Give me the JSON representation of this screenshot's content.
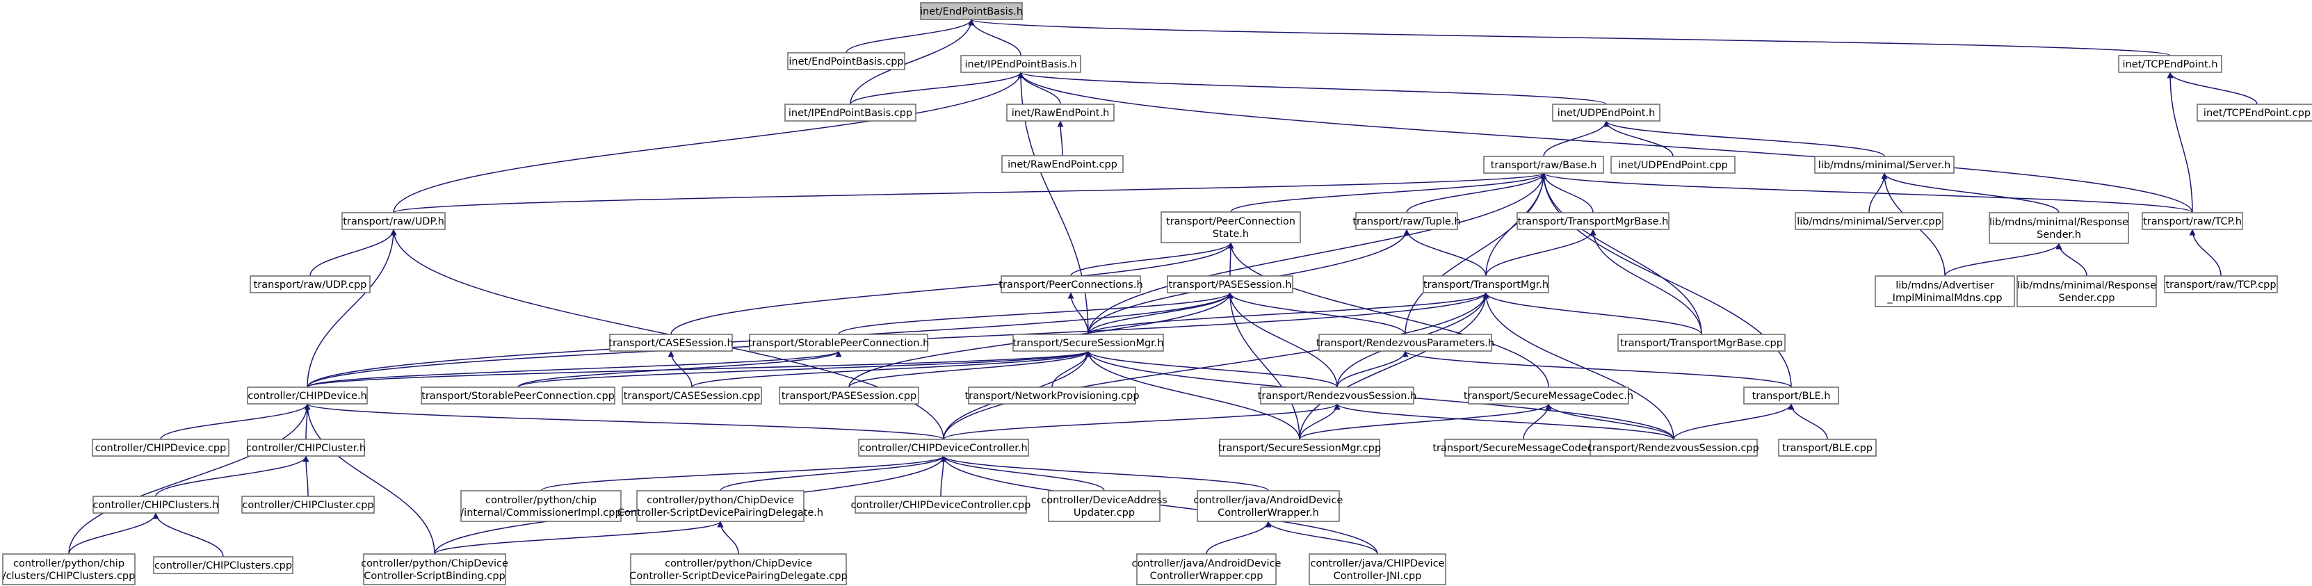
{
  "title": "inet/EndPointBasis.h include dependency graph",
  "colors": {
    "edge": "#191970",
    "root_fill": "#c0c0c0",
    "node_border": "#666666"
  },
  "nodes": [
    {
      "id": "EndPointBasis_h",
      "lines": [
        "inet/EndPointBasis.h"
      ],
      "root": true
    },
    {
      "id": "EndPointBasis_cpp",
      "lines": [
        "inet/EndPointBasis.cpp"
      ]
    },
    {
      "id": "IPEndPointBasis_h",
      "lines": [
        "inet/IPEndPointBasis.h"
      ]
    },
    {
      "id": "TCPEndPoint_h",
      "lines": [
        "inet/TCPEndPoint.h"
      ]
    },
    {
      "id": "IPEndPointBasis_cpp",
      "lines": [
        "inet/IPEndPointBasis.cpp"
      ]
    },
    {
      "id": "RawEndPoint_h",
      "lines": [
        "inet/RawEndPoint.h"
      ]
    },
    {
      "id": "UDPEndPoint_h",
      "lines": [
        "inet/UDPEndPoint.h"
      ]
    },
    {
      "id": "TCPEndPoint_cpp",
      "lines": [
        "inet/TCPEndPoint.cpp"
      ]
    },
    {
      "id": "RawEndPoint_cpp",
      "lines": [
        "inet/RawEndPoint.cpp"
      ]
    },
    {
      "id": "Base_h",
      "lines": [
        "transport/raw/Base.h"
      ]
    },
    {
      "id": "UDPEndPoint_cpp",
      "lines": [
        "inet/UDPEndPoint.cpp"
      ]
    },
    {
      "id": "Server_h",
      "lines": [
        "lib/mdns/minimal/Server.h"
      ]
    },
    {
      "id": "UDP_h",
      "lines": [
        "transport/raw/UDP.h"
      ]
    },
    {
      "id": "PeerConnState_h",
      "lines": [
        "transport/PeerConnection",
        "State.h"
      ]
    },
    {
      "id": "Tuple_h",
      "lines": [
        "transport/raw/Tuple.h"
      ]
    },
    {
      "id": "TransportMgrBase_h",
      "lines": [
        "transport/TransportMgrBase.h"
      ]
    },
    {
      "id": "Server_cpp",
      "lines": [
        "lib/mdns/minimal/Server.cpp"
      ]
    },
    {
      "id": "ResponseSender_h",
      "lines": [
        "lib/mdns/minimal/Response",
        "Sender.h"
      ]
    },
    {
      "id": "TCP_h",
      "lines": [
        "transport/raw/TCP.h"
      ]
    },
    {
      "id": "UDP_cpp",
      "lines": [
        "transport/raw/UDP.cpp"
      ]
    },
    {
      "id": "PeerConnections_h",
      "lines": [
        "transport/PeerConnections.h"
      ]
    },
    {
      "id": "TransportMgr_h",
      "lines": [
        "transport/TransportMgr.h"
      ]
    },
    {
      "id": "PASESession_h",
      "lines": [
        "transport/PASESession.h"
      ]
    },
    {
      "id": "AdvertiserMdns_cpp",
      "lines": [
        "lib/mdns/Advertiser",
        "_ImplMinimalMdns.cpp"
      ]
    },
    {
      "id": "ResponseSender_cpp",
      "lines": [
        "lib/mdns/minimal/Response",
        "Sender.cpp"
      ]
    },
    {
      "id": "TCP_cpp",
      "lines": [
        "transport/raw/TCP.cpp"
      ]
    },
    {
      "id": "CASESession_h",
      "lines": [
        "transport/CASESession.h"
      ]
    },
    {
      "id": "StorablePeerConn_h",
      "lines": [
        "transport/StorablePeerConnection.h"
      ]
    },
    {
      "id": "SecureSessionMgr_h",
      "lines": [
        "transport/SecureSessionMgr.h"
      ]
    },
    {
      "id": "RendezvousParams_h",
      "lines": [
        "transport/RendezvousParameters.h"
      ]
    },
    {
      "id": "TransportMgrBase_cpp",
      "lines": [
        "transport/TransportMgrBase.cpp"
      ]
    },
    {
      "id": "CHIPDevice_h",
      "lines": [
        "controller/CHIPDevice.h"
      ]
    },
    {
      "id": "StorablePeerConn_cpp",
      "lines": [
        "transport/StorablePeerConnection.cpp"
      ]
    },
    {
      "id": "CASESession_cpp",
      "lines": [
        "transport/CASESession.cpp"
      ]
    },
    {
      "id": "PASESession_cpp",
      "lines": [
        "transport/PASESession.cpp"
      ]
    },
    {
      "id": "NetworkProv_cpp",
      "lines": [
        "transport/NetworkProvisioning.cpp"
      ]
    },
    {
      "id": "RendezvousSession_h",
      "lines": [
        "transport/RendezvousSession.h"
      ]
    },
    {
      "id": "SecureMsgCodec_h",
      "lines": [
        "transport/SecureMessageCodec.h"
      ]
    },
    {
      "id": "BLE_h",
      "lines": [
        "transport/BLE.h"
      ]
    },
    {
      "id": "CHIPDevice_cpp",
      "lines": [
        "controller/CHIPDevice.cpp"
      ]
    },
    {
      "id": "CHIPCluster_h",
      "lines": [
        "controller/CHIPCluster.h"
      ]
    },
    {
      "id": "CHIPDeviceController_h",
      "lines": [
        "controller/CHIPDeviceController.h"
      ]
    },
    {
      "id": "SecureSessionMgr_cpp",
      "lines": [
        "transport/SecureSessionMgr.cpp"
      ]
    },
    {
      "id": "SecureMsgCodec_cpp",
      "lines": [
        "transport/SecureMessageCodec.cpp"
      ]
    },
    {
      "id": "RendezvousSession_cpp",
      "lines": [
        "transport/RendezvousSession.cpp"
      ]
    },
    {
      "id": "BLE_cpp",
      "lines": [
        "transport/BLE.cpp"
      ]
    },
    {
      "id": "CHIPClusters_h",
      "lines": [
        "controller/CHIPClusters.h"
      ]
    },
    {
      "id": "CHIPCluster_cpp",
      "lines": [
        "controller/CHIPCluster.cpp"
      ]
    },
    {
      "id": "CommissionerImpl_cpp",
      "lines": [
        "controller/python/chip",
        "/internal/CommissionerImpl.cpp"
      ]
    },
    {
      "id": "ScriptPairingDelegate_h",
      "lines": [
        "controller/python/ChipDevice",
        "Controller-ScriptDevicePairingDelegate.h"
      ]
    },
    {
      "id": "CHIPDeviceController_cpp",
      "lines": [
        "controller/CHIPDeviceController.cpp"
      ]
    },
    {
      "id": "DeviceAddrUpdater_cpp",
      "lines": [
        "controller/DeviceAddress",
        "Updater.cpp"
      ]
    },
    {
      "id": "AndroidWrapper_h",
      "lines": [
        "controller/java/AndroidDevice",
        "ControllerWrapper.h"
      ]
    },
    {
      "id": "CHIPClustersPy_cpp",
      "lines": [
        "controller/python/chip",
        "/clusters/CHIPClusters.cpp"
      ]
    },
    {
      "id": "CHIPClusters_cpp",
      "lines": [
        "controller/CHIPClusters.cpp"
      ]
    },
    {
      "id": "ScriptBinding_cpp",
      "lines": [
        "controller/python/ChipDevice",
        "Controller-ScriptBinding.cpp"
      ]
    },
    {
      "id": "ScriptPairingDelegate_cpp",
      "lines": [
        "controller/python/ChipDevice",
        "Controller-ScriptDevicePairingDelegate.cpp"
      ]
    },
    {
      "id": "AndroidWrapper_cpp",
      "lines": [
        "controller/java/AndroidDevice",
        "ControllerWrapper.cpp"
      ]
    },
    {
      "id": "CHIPDeviceJNI_cpp",
      "lines": [
        "controller/java/CHIPDevice",
        "Controller-JNI.cpp"
      ]
    }
  ],
  "edges": [
    [
      "EndPointBasis_cpp",
      "EndPointBasis_h"
    ],
    [
      "IPEndPointBasis_h",
      "EndPointBasis_h"
    ],
    [
      "IPEndPointBasis_cpp",
      "EndPointBasis_h"
    ],
    [
      "TCPEndPoint_h",
      "EndPointBasis_h"
    ],
    [
      "IPEndPointBasis_cpp",
      "IPEndPointBasis_h"
    ],
    [
      "RawEndPoint_h",
      "IPEndPointBasis_h"
    ],
    [
      "UDPEndPoint_h",
      "IPEndPointBasis_h"
    ],
    [
      "UDP_h",
      "IPEndPointBasis_h"
    ],
    [
      "SecureSessionMgr_h",
      "IPEndPointBasis_h"
    ],
    [
      "TCP_h",
      "IPEndPointBasis_h"
    ],
    [
      "RawEndPoint_cpp",
      "RawEndPoint_h"
    ],
    [
      "TCPEndPoint_cpp",
      "TCPEndPoint_h"
    ],
    [
      "TCP_h",
      "TCPEndPoint_h"
    ],
    [
      "Base_h",
      "UDPEndPoint_h"
    ],
    [
      "UDPEndPoint_cpp",
      "UDPEndPoint_h"
    ],
    [
      "Server_h",
      "UDPEndPoint_h"
    ],
    [
      "UDP_h",
      "Base_h"
    ],
    [
      "PeerConnState_h",
      "Base_h"
    ],
    [
      "Tuple_h",
      "Base_h"
    ],
    [
      "TransportMgrBase_h",
      "Base_h"
    ],
    [
      "TransportMgr_h",
      "Base_h"
    ],
    [
      "TCP_h",
      "Base_h"
    ],
    [
      "SecureSessionMgr_h",
      "Base_h"
    ],
    [
      "RendezvousParams_h",
      "Base_h"
    ],
    [
      "TransportMgrBase_cpp",
      "Base_h"
    ],
    [
      "BLE_h",
      "Base_h"
    ],
    [
      "Server_cpp",
      "Server_h"
    ],
    [
      "ResponseSender_h",
      "Server_h"
    ],
    [
      "AdvertiserMdns_cpp",
      "Server_h"
    ],
    [
      "AdvertiserMdns_cpp",
      "ResponseSender_h"
    ],
    [
      "ResponseSender_cpp",
      "ResponseSender_h"
    ],
    [
      "TCP_cpp",
      "TCP_h"
    ],
    [
      "UDP_cpp",
      "UDP_h"
    ],
    [
      "CHIPDevice_h",
      "UDP_h"
    ],
    [
      "CHIPDeviceController_h",
      "UDP_h"
    ],
    [
      "PeerConnections_h",
      "PeerConnState_h"
    ],
    [
      "PASESession_h",
      "PeerConnState_h"
    ],
    [
      "CASESession_h",
      "PeerConnState_h"
    ],
    [
      "SecureMsgCodec_h",
      "PeerConnState_h"
    ],
    [
      "TransportMgr_h",
      "Tuple_h"
    ],
    [
      "SecureSessionMgr_h",
      "Tuple_h"
    ],
    [
      "TransportMgr_h",
      "TransportMgrBase_h"
    ],
    [
      "TransportMgrBase_cpp",
      "TransportMgrBase_h"
    ],
    [
      "SecureSessionMgr_h",
      "PeerConnections_h"
    ],
    [
      "SecureSessionMgr_h",
      "TransportMgr_h"
    ],
    [
      "RendezvousSession_h",
      "TransportMgr_h"
    ],
    [
      "CHIPDeviceController_h",
      "TransportMgr_h"
    ],
    [
      "TransportMgrBase_cpp",
      "TransportMgr_h"
    ],
    [
      "SecureSessionMgr_cpp",
      "TransportMgr_h"
    ],
    [
      "RendezvousSession_cpp",
      "TransportMgr_h"
    ],
    [
      "CHIPDevice_h",
      "TransportMgr_h"
    ],
    [
      "SecureSessionMgr_h",
      "PASESession_h"
    ],
    [
      "StorablePeerConn_h",
      "PASESession_h"
    ],
    [
      "RendezvousParams_h",
      "PASESession_h"
    ],
    [
      "RendezvousSession_h",
      "PASESession_h"
    ],
    [
      "PASESession_cpp",
      "PASESession_h"
    ],
    [
      "CHIPDevice_h",
      "PASESession_h"
    ],
    [
      "SecureSessionMgr_cpp",
      "PASESession_h"
    ],
    [
      "CASESession_cpp",
      "CASESession_h"
    ],
    [
      "StorablePeerConn_cpp",
      "StorablePeerConn_h"
    ],
    [
      "CHIPDevice_h",
      "StorablePeerConn_h"
    ],
    [
      "CHIPDevice_h",
      "SecureSessionMgr_h"
    ],
    [
      "CHIPDeviceController_h",
      "SecureSessionMgr_h"
    ],
    [
      "CASESession_cpp",
      "SecureSessionMgr_h"
    ],
    [
      "PASESession_cpp",
      "SecureSessionMgr_h"
    ],
    [
      "NetworkProv_cpp",
      "SecureSessionMgr_h"
    ],
    [
      "RendezvousSession_h",
      "SecureSessionMgr_h"
    ],
    [
      "SecureSessionMgr_cpp",
      "SecureSessionMgr_h"
    ],
    [
      "StorablePeerConn_cpp",
      "SecureSessionMgr_h"
    ],
    [
      "RendezvousSession_cpp",
      "SecureSessionMgr_h"
    ],
    [
      "RendezvousSession_h",
      "RendezvousParams_h"
    ],
    [
      "BLE_h",
      "RendezvousParams_h"
    ],
    [
      "CHIPDeviceController_h",
      "RendezvousSession_h"
    ],
    [
      "SecureSessionMgr_cpp",
      "RendezvousSession_h"
    ],
    [
      "RendezvousSession_cpp",
      "RendezvousSession_h"
    ],
    [
      "SecureSessionMgr_cpp",
      "SecureMsgCodec_h"
    ],
    [
      "SecureMsgCodec_cpp",
      "SecureMsgCodec_h"
    ],
    [
      "RendezvousSession_cpp",
      "SecureMsgCodec_h"
    ],
    [
      "RendezvousSession_cpp",
      "BLE_h"
    ],
    [
      "BLE_cpp",
      "BLE_h"
    ],
    [
      "CHIPDevice_cpp",
      "CHIPDevice_h"
    ],
    [
      "CHIPCluster_h",
      "CHIPDevice_h"
    ],
    [
      "CHIPDeviceController_h",
      "CHIPDevice_h"
    ],
    [
      "CHIPClustersPy_cpp",
      "CHIPDevice_h"
    ],
    [
      "ScriptBinding_cpp",
      "CHIPDevice_h"
    ],
    [
      "CHIPClusters_h",
      "CHIPCluster_h"
    ],
    [
      "CHIPCluster_cpp",
      "CHIPCluster_h"
    ],
    [
      "CHIPClustersPy_cpp",
      "CHIPClusters_h"
    ],
    [
      "CHIPClusters_cpp",
      "CHIPClusters_h"
    ],
    [
      "CommissionerImpl_cpp",
      "CHIPDeviceController_h"
    ],
    [
      "ScriptPairingDelegate_h",
      "CHIPDeviceController_h"
    ],
    [
      "CHIPDeviceController_cpp",
      "CHIPDeviceController_h"
    ],
    [
      "DeviceAddrUpdater_cpp",
      "CHIPDeviceController_h"
    ],
    [
      "AndroidWrapper_h",
      "CHIPDeviceController_h"
    ],
    [
      "ScriptBinding_cpp",
      "CHIPDeviceController_h"
    ],
    [
      "CHIPDeviceJNI_cpp",
      "CHIPDeviceController_h"
    ],
    [
      "ScriptBinding_cpp",
      "ScriptPairingDelegate_h"
    ],
    [
      "ScriptPairingDelegate_cpp",
      "ScriptPairingDelegate_h"
    ],
    [
      "AndroidWrapper_cpp",
      "AndroidWrapper_h"
    ],
    [
      "CHIPDeviceJNI_cpp",
      "AndroidWrapper_h"
    ]
  ]
}
